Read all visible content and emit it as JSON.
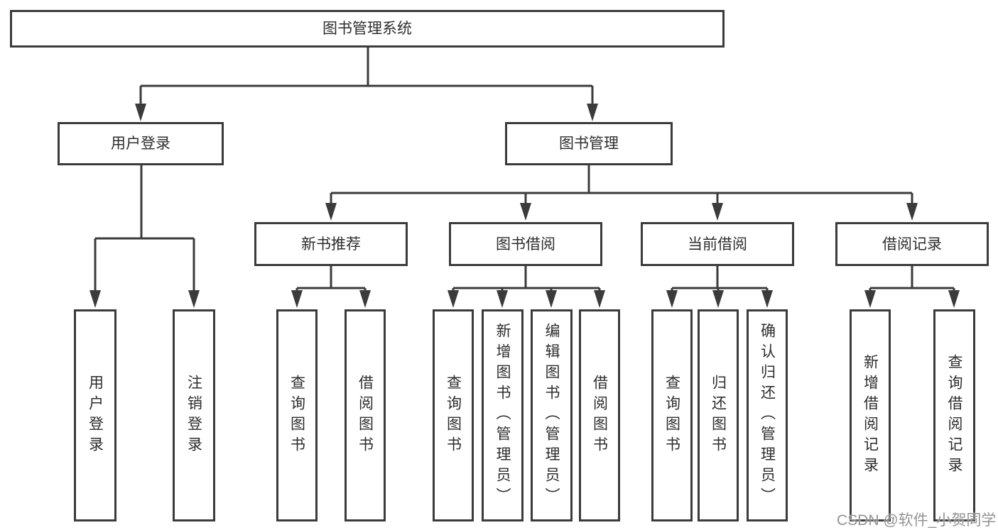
{
  "colors": {
    "line": "#3b3b3b",
    "text": "#2d2d2d",
    "background": "#ffffff",
    "watermark": "#939393"
  },
  "watermark": "CSDN @软件_小贺同学",
  "tree": {
    "root": {
      "label": "图书管理系统"
    },
    "branches": [
      {
        "label": "用户登录",
        "children": [
          {
            "label": "用户登录"
          },
          {
            "label": "注销登录"
          }
        ]
      },
      {
        "label": "图书管理",
        "children": [
          {
            "label": "新书推荐",
            "children": [
              {
                "label": "查询图书"
              },
              {
                "label": "借阅图书"
              }
            ]
          },
          {
            "label": "图书借阅",
            "children": [
              {
                "label": "查询图书"
              },
              {
                "label": "新增图书（管理员）"
              },
              {
                "label": "编辑图书（管理员）"
              },
              {
                "label": "借阅图书"
              }
            ]
          },
          {
            "label": "当前借阅",
            "children": [
              {
                "label": "查询图书"
              },
              {
                "label": "归还图书"
              },
              {
                "label": "确认归还（管理员）"
              }
            ]
          },
          {
            "label": "借阅记录",
            "children": [
              {
                "label": "新增借阅记录"
              },
              {
                "label": "查询借阅记录"
              }
            ]
          }
        ]
      }
    ]
  }
}
